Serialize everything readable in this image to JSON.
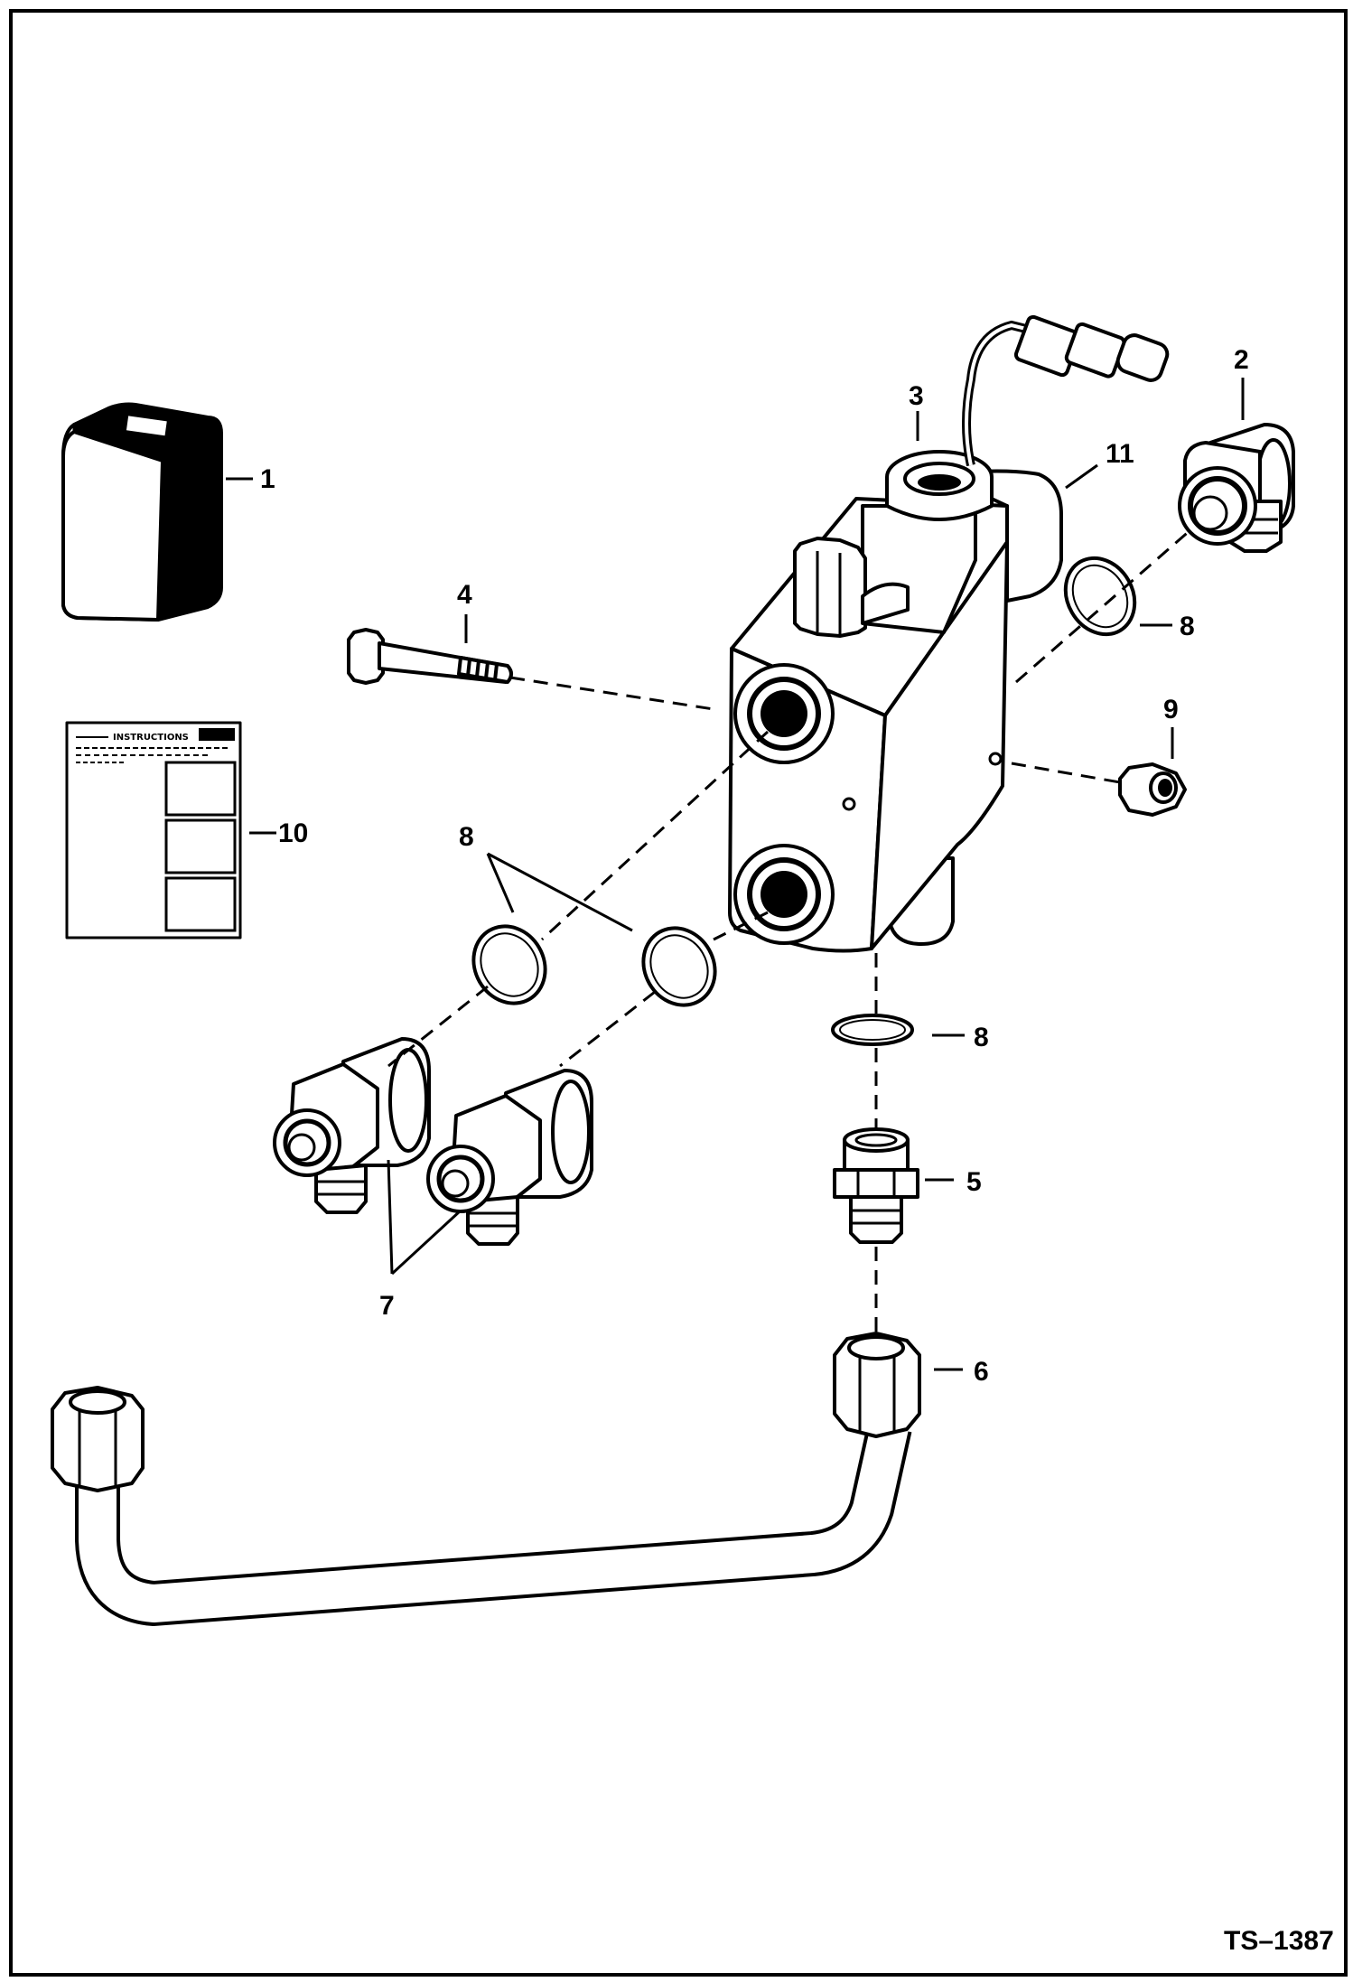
{
  "figure_id": "TS–1387",
  "callouts": {
    "c1": "1",
    "c2": "2",
    "c3": "3",
    "c4": "4",
    "c5": "5",
    "c6": "6",
    "c7": "7",
    "c8a": "8",
    "c8b": "8",
    "c8c": "8",
    "c9": "9",
    "c10": "10",
    "c11": "11"
  },
  "instruction_sheet": {
    "header": "INSTRUCTIONS"
  }
}
